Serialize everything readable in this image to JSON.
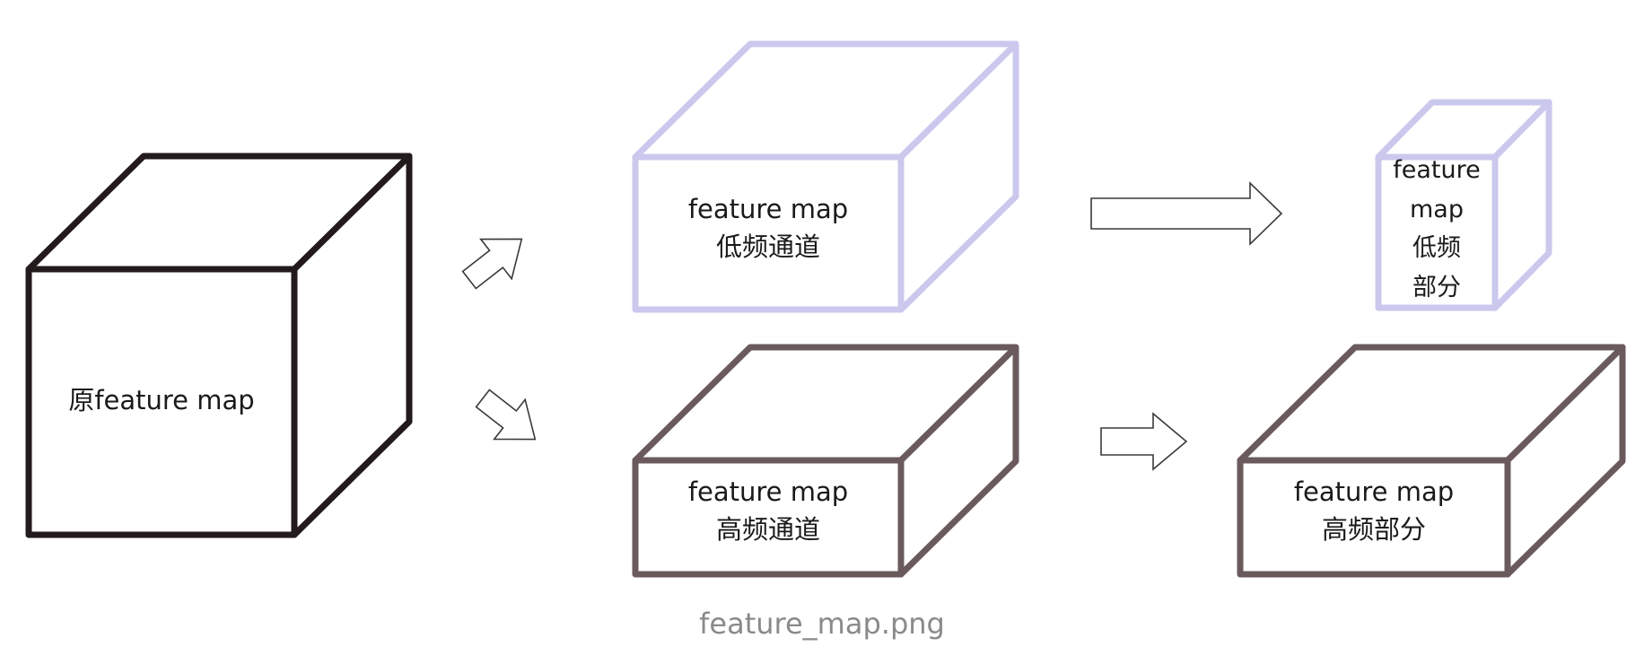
{
  "colors": {
    "original": "#231a1c",
    "low": "#cbc8ee",
    "high": "#6b5a5c",
    "arrow": "#3a3a3a"
  },
  "boxes": {
    "original": {
      "line1": "原feature map",
      "line2": ""
    },
    "low_channel": {
      "line1": "feature map",
      "line2": "低频通道"
    },
    "high_channel": {
      "line1": "feature map",
      "line2": "高频通道"
    },
    "low_part": {
      "line1": "feature",
      "line2": "map",
      "line3": "低频",
      "line4": "部分"
    },
    "high_part": {
      "line1": "feature map",
      "line2": "高频部分"
    }
  },
  "caption": "feature_map.png"
}
